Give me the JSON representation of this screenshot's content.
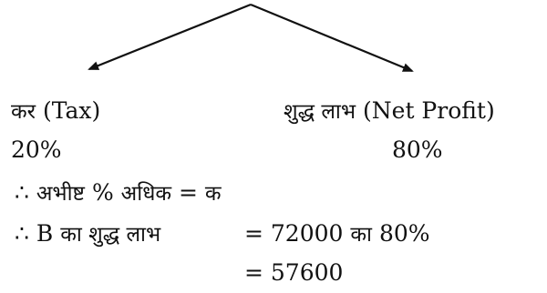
{
  "left_branch": {
    "label_hi": "कर",
    "label_en": "(Tax)",
    "value": "20%"
  },
  "right_branch": {
    "label_hi": "शुद्ध लाभ",
    "label_en": "(Net Profit)",
    "value": "80%"
  },
  "therefore_symbol": "∴",
  "line1": {
    "hi_a": "अभीष्ट",
    "pct": "%",
    "hi_b": "अधिक",
    "eq": "=",
    "hi_c": "क"
  },
  "line2": {
    "letter": "B",
    "hi": "का शुद्ध लाभ",
    "eq": "=",
    "num": "72000",
    "hi2": "का",
    "pct": "80%"
  },
  "line3": {
    "eq": "=",
    "num": "57600"
  },
  "colors": {
    "ink": "#111111"
  }
}
